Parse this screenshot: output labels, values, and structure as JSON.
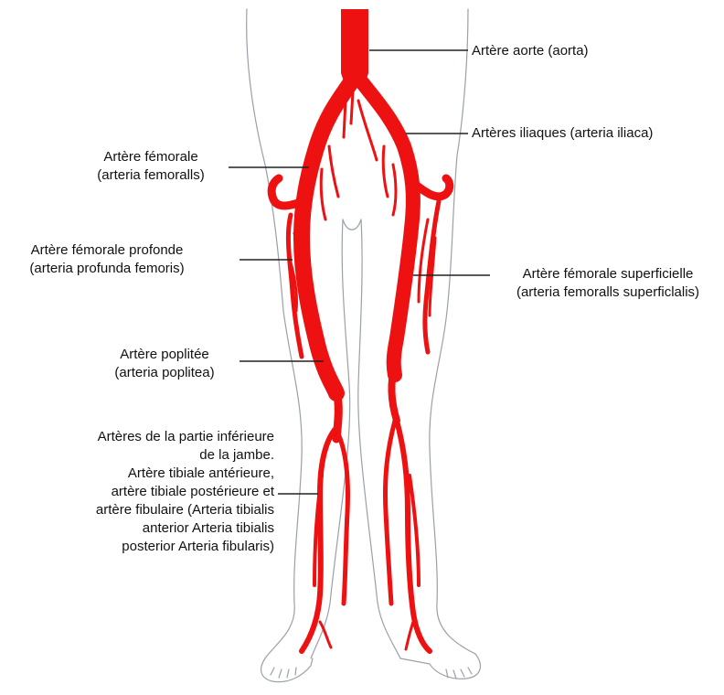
{
  "colors": {
    "artery": "#ee1111",
    "outline": "#9aa0a8",
    "leader": "#222222"
  },
  "labels": {
    "aorta": "Artère aorte (aorta)",
    "iliac": "Artères iliaques (arteria iliaca)",
    "femoral": [
      "Artère fémorale",
      "(arteria femoralls)"
    ],
    "profunda": [
      "Artère fémorale profonde",
      "(arteria profunda femoris)"
    ],
    "superficial": [
      "Artère fémorale superficielle",
      "(arteria femoralls superficlalis)"
    ],
    "popliteal": [
      "Artère poplitée",
      "(arteria poplitea)"
    ],
    "lower_legs": [
      "Artères de la partie inférieure",
      "de la jambe.",
      "Artère tibiale antérieure,",
      "artère tibiale postérieure et",
      "artère fibulaire (Arteria tibialis",
      "anterior Arteria tibialis",
      "posterior Arteria fibularis)"
    ]
  }
}
